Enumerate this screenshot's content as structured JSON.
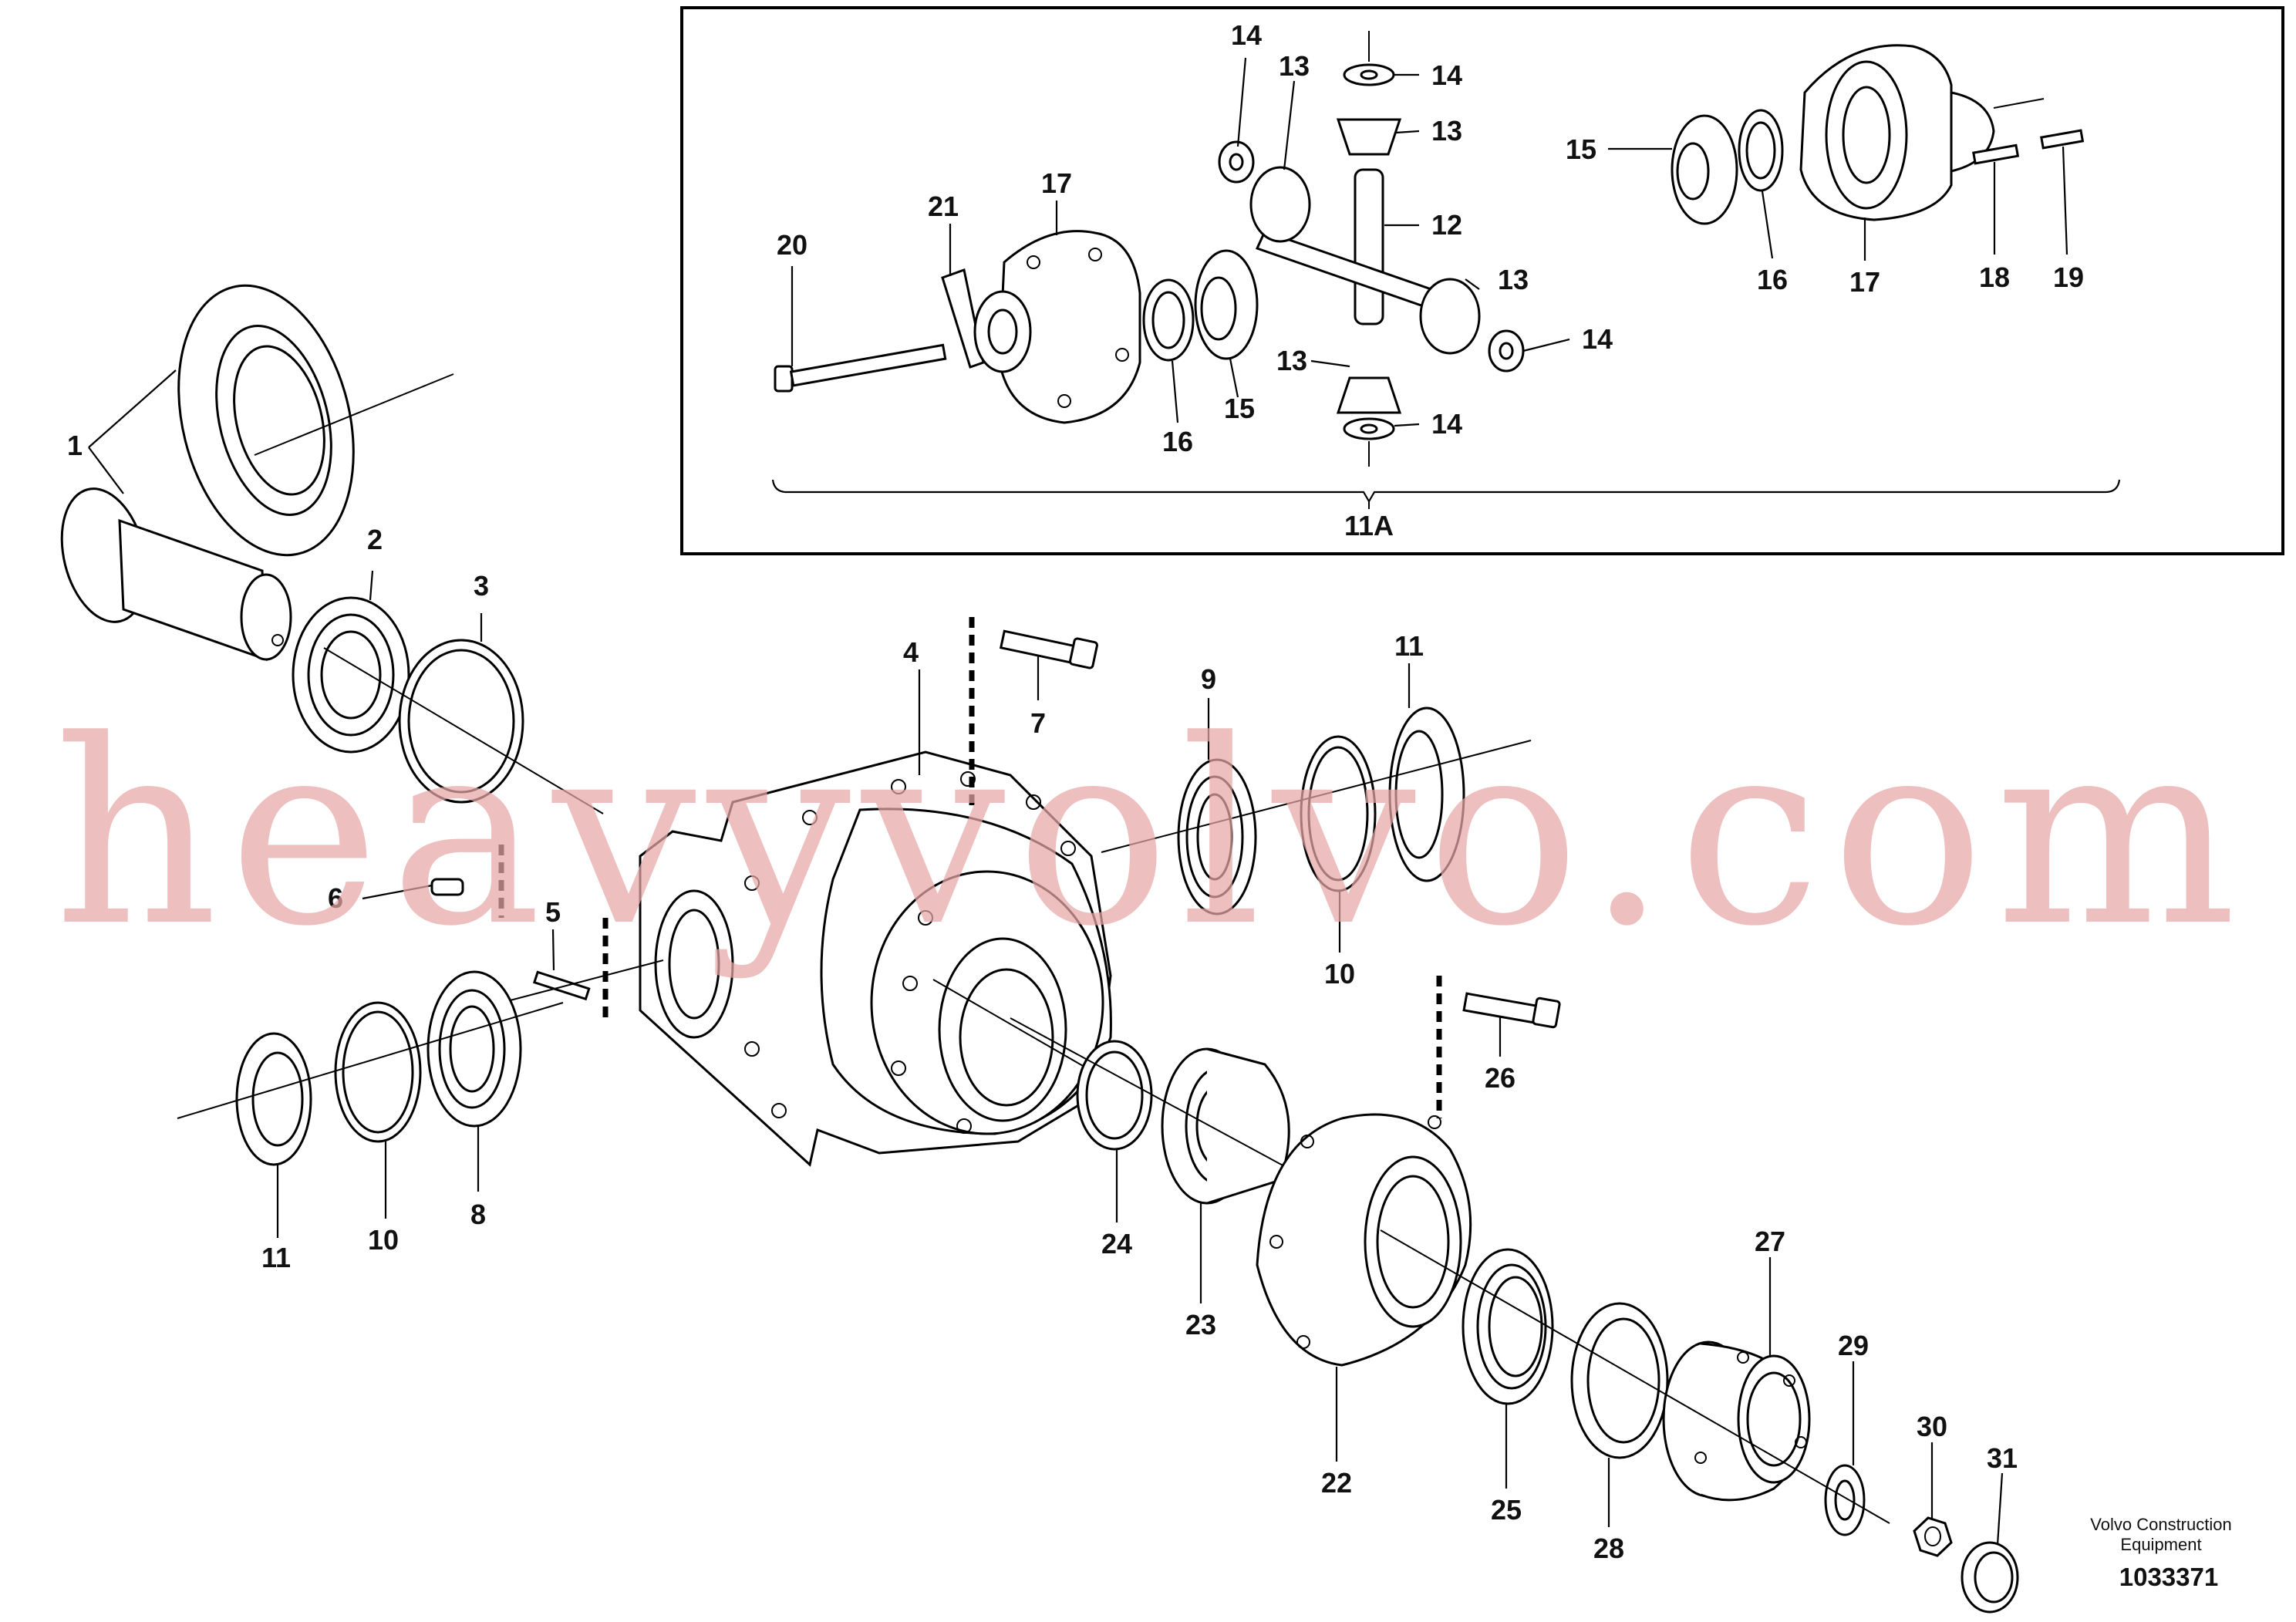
{
  "diagram": {
    "inset_label": "11A",
    "watermark": "heavyvolvo.com",
    "company_line1": "Volvo Construction",
    "company_line2": "Equipment",
    "drawing_number": "1033371",
    "labels": {
      "l1": "1",
      "l2": "2",
      "l3": "3",
      "l4": "4",
      "l5": "5",
      "l6": "6",
      "l7": "7",
      "l8": "8",
      "l9": "9",
      "l10": "10",
      "l11": "11",
      "l12": "12",
      "l13": "13",
      "l14": "14",
      "l15": "15",
      "l16": "16",
      "l17": "17",
      "l18": "18",
      "l19": "19",
      "l20": "20",
      "l21": "21",
      "l22": "22",
      "l23": "23",
      "l24": "24",
      "l25": "25",
      "l26": "26",
      "l27": "27",
      "l28": "28",
      "l29": "29",
      "l30": "30",
      "l31": "31"
    }
  }
}
